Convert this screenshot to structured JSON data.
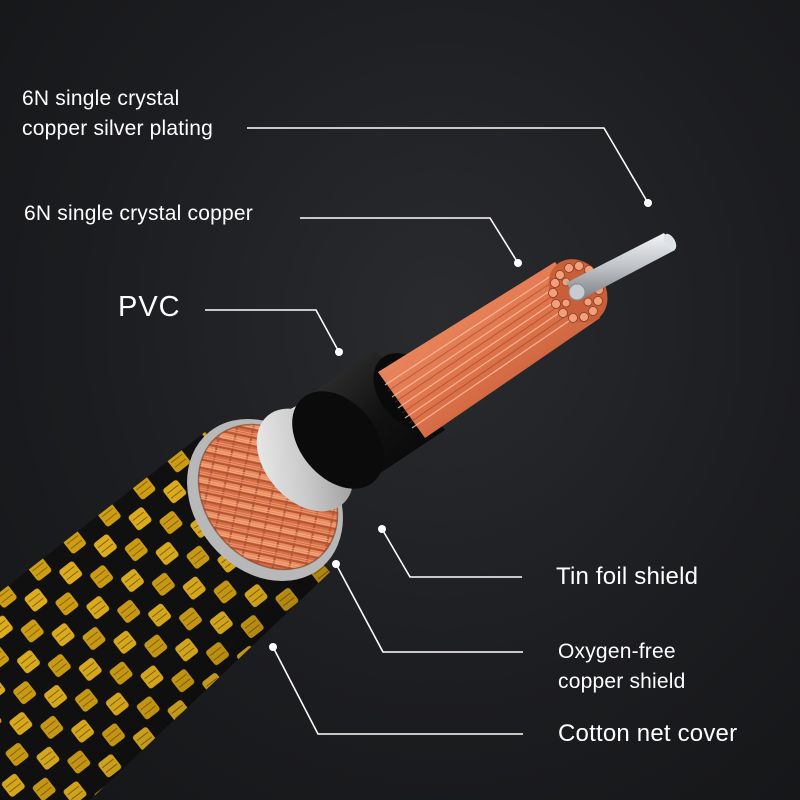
{
  "labels": {
    "plating_line1": "6N single crystal",
    "plating_line2": "copper silver plating",
    "single_crystal_copper": "6N single crystal copper",
    "pvc": "PVC",
    "tin_foil": "Tin foil shield",
    "oxygen_line1": "Oxygen-free",
    "oxygen_line2": "copper shield",
    "cotton": "Cotton net cover"
  },
  "colors": {
    "background": "#1c1d20",
    "leader_line": "#ffffff",
    "copper": "#e0744c",
    "braid_yellow": "#e7b51f",
    "braid_black": "#141414",
    "foil": "#d9d9d9",
    "pvc": "#101010",
    "silver_core": "#cfd2d6"
  }
}
